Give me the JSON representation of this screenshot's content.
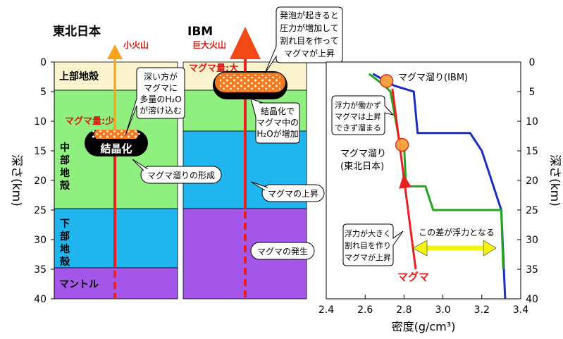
{
  "left_panel": {
    "site_tohoku": "東北日本",
    "site_ibm": "IBM",
    "volcano_small": "小火山",
    "volcano_large": "巨大火山",
    "magma_small": "マグマ量:少",
    "magma_large": "マグマ量:大",
    "upper_crust": "上部地殻",
    "middle_crust": [
      "中",
      "部",
      "地",
      "殻"
    ],
    "lower_crust": [
      "下",
      "部",
      "地",
      "殻"
    ],
    "mantle": "マントル",
    "crystallization": "結晶化",
    "depth_ticks": [
      "0",
      "5",
      "10",
      "15",
      "20",
      "25",
      "30",
      "35",
      "40"
    ],
    "ylabel": "深さ(km)",
    "callout_deep": [
      "深い方が",
      "マグマに",
      "多量のH₂O",
      "が溶け込む"
    ],
    "callout_bubble": [
      "発泡が起きると",
      "圧力が増加して",
      "割れ目を作って",
      "マグマが上昇"
    ],
    "callout_crystal": [
      "結晶化で",
      "マグマ中の",
      "H₂Oが増加"
    ],
    "callout_chamber": "マグマ溜りの形成",
    "callout_rise": "マグマの上昇",
    "callout_origin": "マグマの発生"
  },
  "right_panel": {
    "xlabel": "密度(g/cm³)",
    "ylabel": "深さ(km)",
    "chamber_ibm": "マグマ溜り(IBM)",
    "chamber_tohoku": [
      "マグマ溜り",
      "(東北日本)"
    ],
    "callout_stop": [
      "浮力が働かず",
      "マグマは上昇",
      "できず溜まる"
    ],
    "callout_rise": [
      "浮力が大きく",
      "割れ目を作り",
      "マグマが上昇"
    ],
    "buoyancy_note": "この差が浮力となる",
    "magma_label": "マグマ"
  },
  "colors": {
    "upper_crust": "#fbf3cd",
    "middle_crust": "#8fef7f",
    "lower_crust": "#20b5ee",
    "mantle": "#a457e8",
    "magma": "#e8201e",
    "ibm": "#1a2fc0",
    "tohoku": "#23a51c",
    "chamber_fill": "#f37a20"
  },
  "chart_data": {
    "type": "line",
    "xlabel": "密度(g/cm³)",
    "ylabel": "深さ(km)",
    "xlim": [
      2.4,
      3.4
    ],
    "ylim": [
      0,
      40
    ],
    "y_inverted": true,
    "xticks": [
      "2.4",
      "2.6",
      "2.8",
      "3.0",
      "3.2",
      "3.4"
    ],
    "yticks": [
      "0",
      "5",
      "10",
      "15",
      "20",
      "25",
      "30",
      "35",
      "40"
    ],
    "grid": false,
    "series": [
      {
        "name": "IBM",
        "color": "#1a2fc0",
        "x": [
          2.64,
          2.75,
          2.85,
          2.87,
          3.14,
          3.2,
          3.3,
          3.32
        ],
        "y": [
          2,
          4,
          5,
          12,
          12,
          15,
          25,
          40
        ]
      },
      {
        "name": "東北日本",
        "color": "#23a51c",
        "x": [
          2.62,
          2.66,
          2.7,
          2.73,
          2.78,
          2.8,
          2.81,
          2.91,
          2.95,
          3.3,
          3.31
        ],
        "y": [
          2,
          3,
          4,
          5,
          14,
          14,
          21,
          21,
          25,
          25,
          35
        ]
      },
      {
        "name": "マグマ",
        "color": "#e8201e",
        "x": [
          2.86,
          2.74
        ],
        "y": [
          35,
          4.5
        ]
      }
    ],
    "markers": [
      {
        "label": "マグマ溜り(IBM)",
        "x": 2.71,
        "y": 3.2
      },
      {
        "label": "マグマ溜り(東北日本)",
        "x": 2.79,
        "y": 14
      }
    ],
    "annotations": [
      "浮力が働かずマグマは上昇できず溜まる",
      "浮力が大きく割れ目を作りマグマが上昇",
      "この差が浮力となる",
      "マグマ"
    ]
  }
}
